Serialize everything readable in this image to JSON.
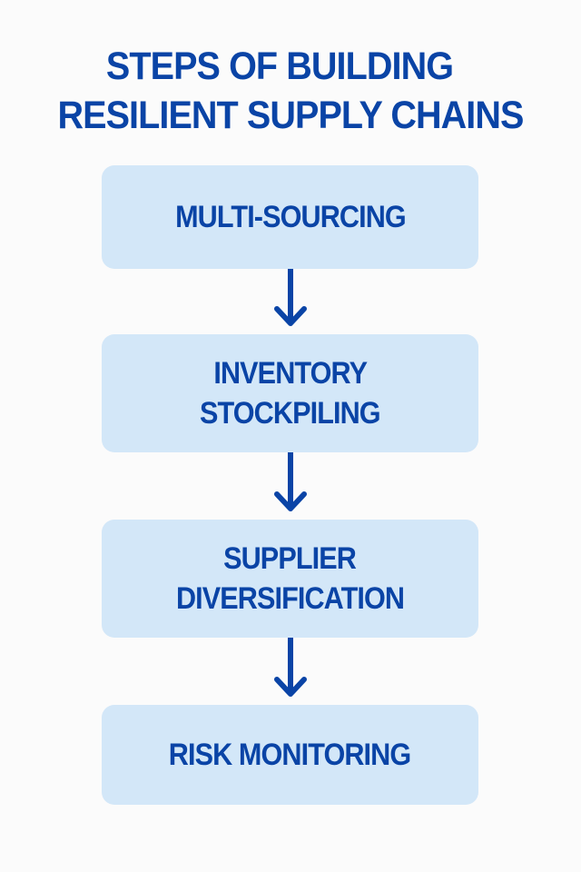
{
  "title": {
    "line1": "STEPS OF BUILDING",
    "line2": "RESILIENT SUPPLY CHAINS"
  },
  "colors": {
    "accent": "#0a44a6",
    "box_fill": "#d3e7f8",
    "background": "#fbfbfb"
  },
  "steps": [
    {
      "lines": [
        "MULTI-SOURCING"
      ]
    },
    {
      "lines": [
        "INVENTORY",
        "STOCKPILING"
      ]
    },
    {
      "lines": [
        "SUPPLIER",
        "DIVERSIFICATION"
      ]
    },
    {
      "lines": [
        "RISK MONITORING"
      ]
    }
  ],
  "connectors": [
    {
      "from": 0,
      "to": 1,
      "icon": "arrow-down-icon"
    },
    {
      "from": 1,
      "to": 2,
      "icon": "arrow-down-icon"
    },
    {
      "from": 2,
      "to": 3,
      "icon": "arrow-down-icon"
    }
  ]
}
